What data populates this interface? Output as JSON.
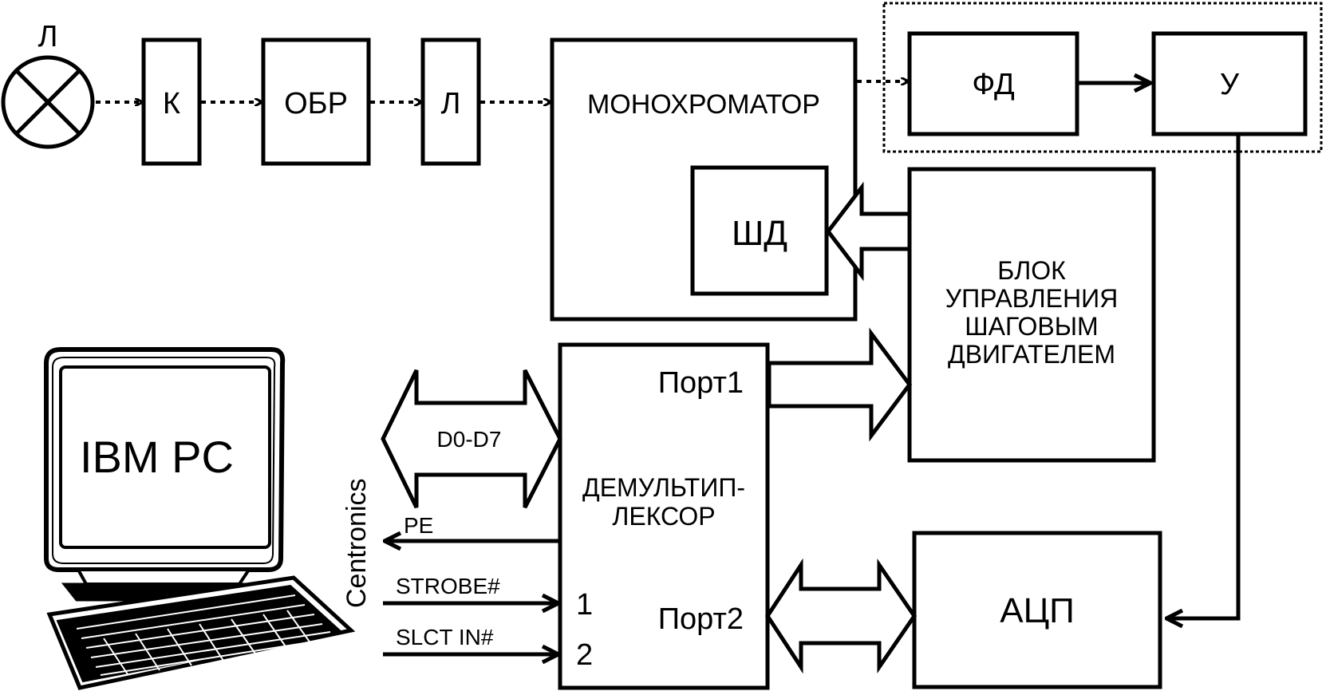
{
  "blocks": {
    "lamp_label": "Л",
    "k": "К",
    "obr": "ОБР",
    "lens": "Л",
    "monochromator": "МОНОХРОМАТОР",
    "shd": "ШД",
    "fd": "ФД",
    "u": "У",
    "motor_control": [
      "БЛОК",
      "УПРАВЛЕНИЯ",
      "ШАГОВЫМ",
      "ДВИГАТЕЛЕМ"
    ],
    "demux": [
      "ДЕМУЛЬТИП-",
      "ЛЕКСОР"
    ],
    "port1": "Порт1",
    "port2": "Порт2",
    "adc": "АЦП",
    "pc": "IBM PC"
  },
  "signals": {
    "data_bus": "D0-D7",
    "pe": "PE",
    "strobe": "STROBE#",
    "slct_in": "SLCT IN#",
    "pin1": "1",
    "pin2": "2",
    "interface": "Centronics"
  },
  "colors": {
    "ink": "#000000",
    "paper": "#ffffff"
  }
}
